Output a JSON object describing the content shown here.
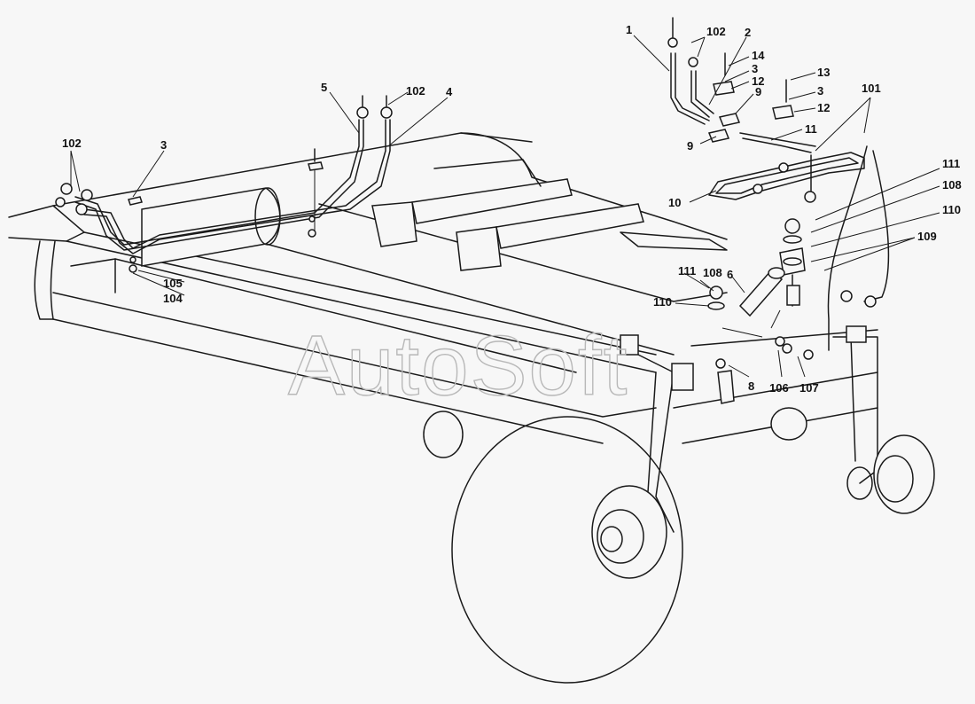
{
  "watermark": "AutoSoft",
  "labels": {
    "l1": "1",
    "l2": "2",
    "l3a": "3",
    "l3b": "3",
    "l3c": "3",
    "l4": "4",
    "l5": "5",
    "l6": "6",
    "l8": "8",
    "l9a": "9",
    "l9b": "9",
    "l10": "10",
    "l11": "11",
    "l12a": "12",
    "l12b": "12",
    "l13": "13",
    "l14": "14",
    "l101": "101",
    "l102a": "102",
    "l102b": "102",
    "l102c": "102",
    "l104": "104",
    "l105": "105",
    "l106": "106",
    "l107": "107",
    "l108a": "108",
    "l108b": "108",
    "l109": "109",
    "l110a": "110",
    "l110b": "110",
    "l111a": "111",
    "l111b": "111"
  }
}
